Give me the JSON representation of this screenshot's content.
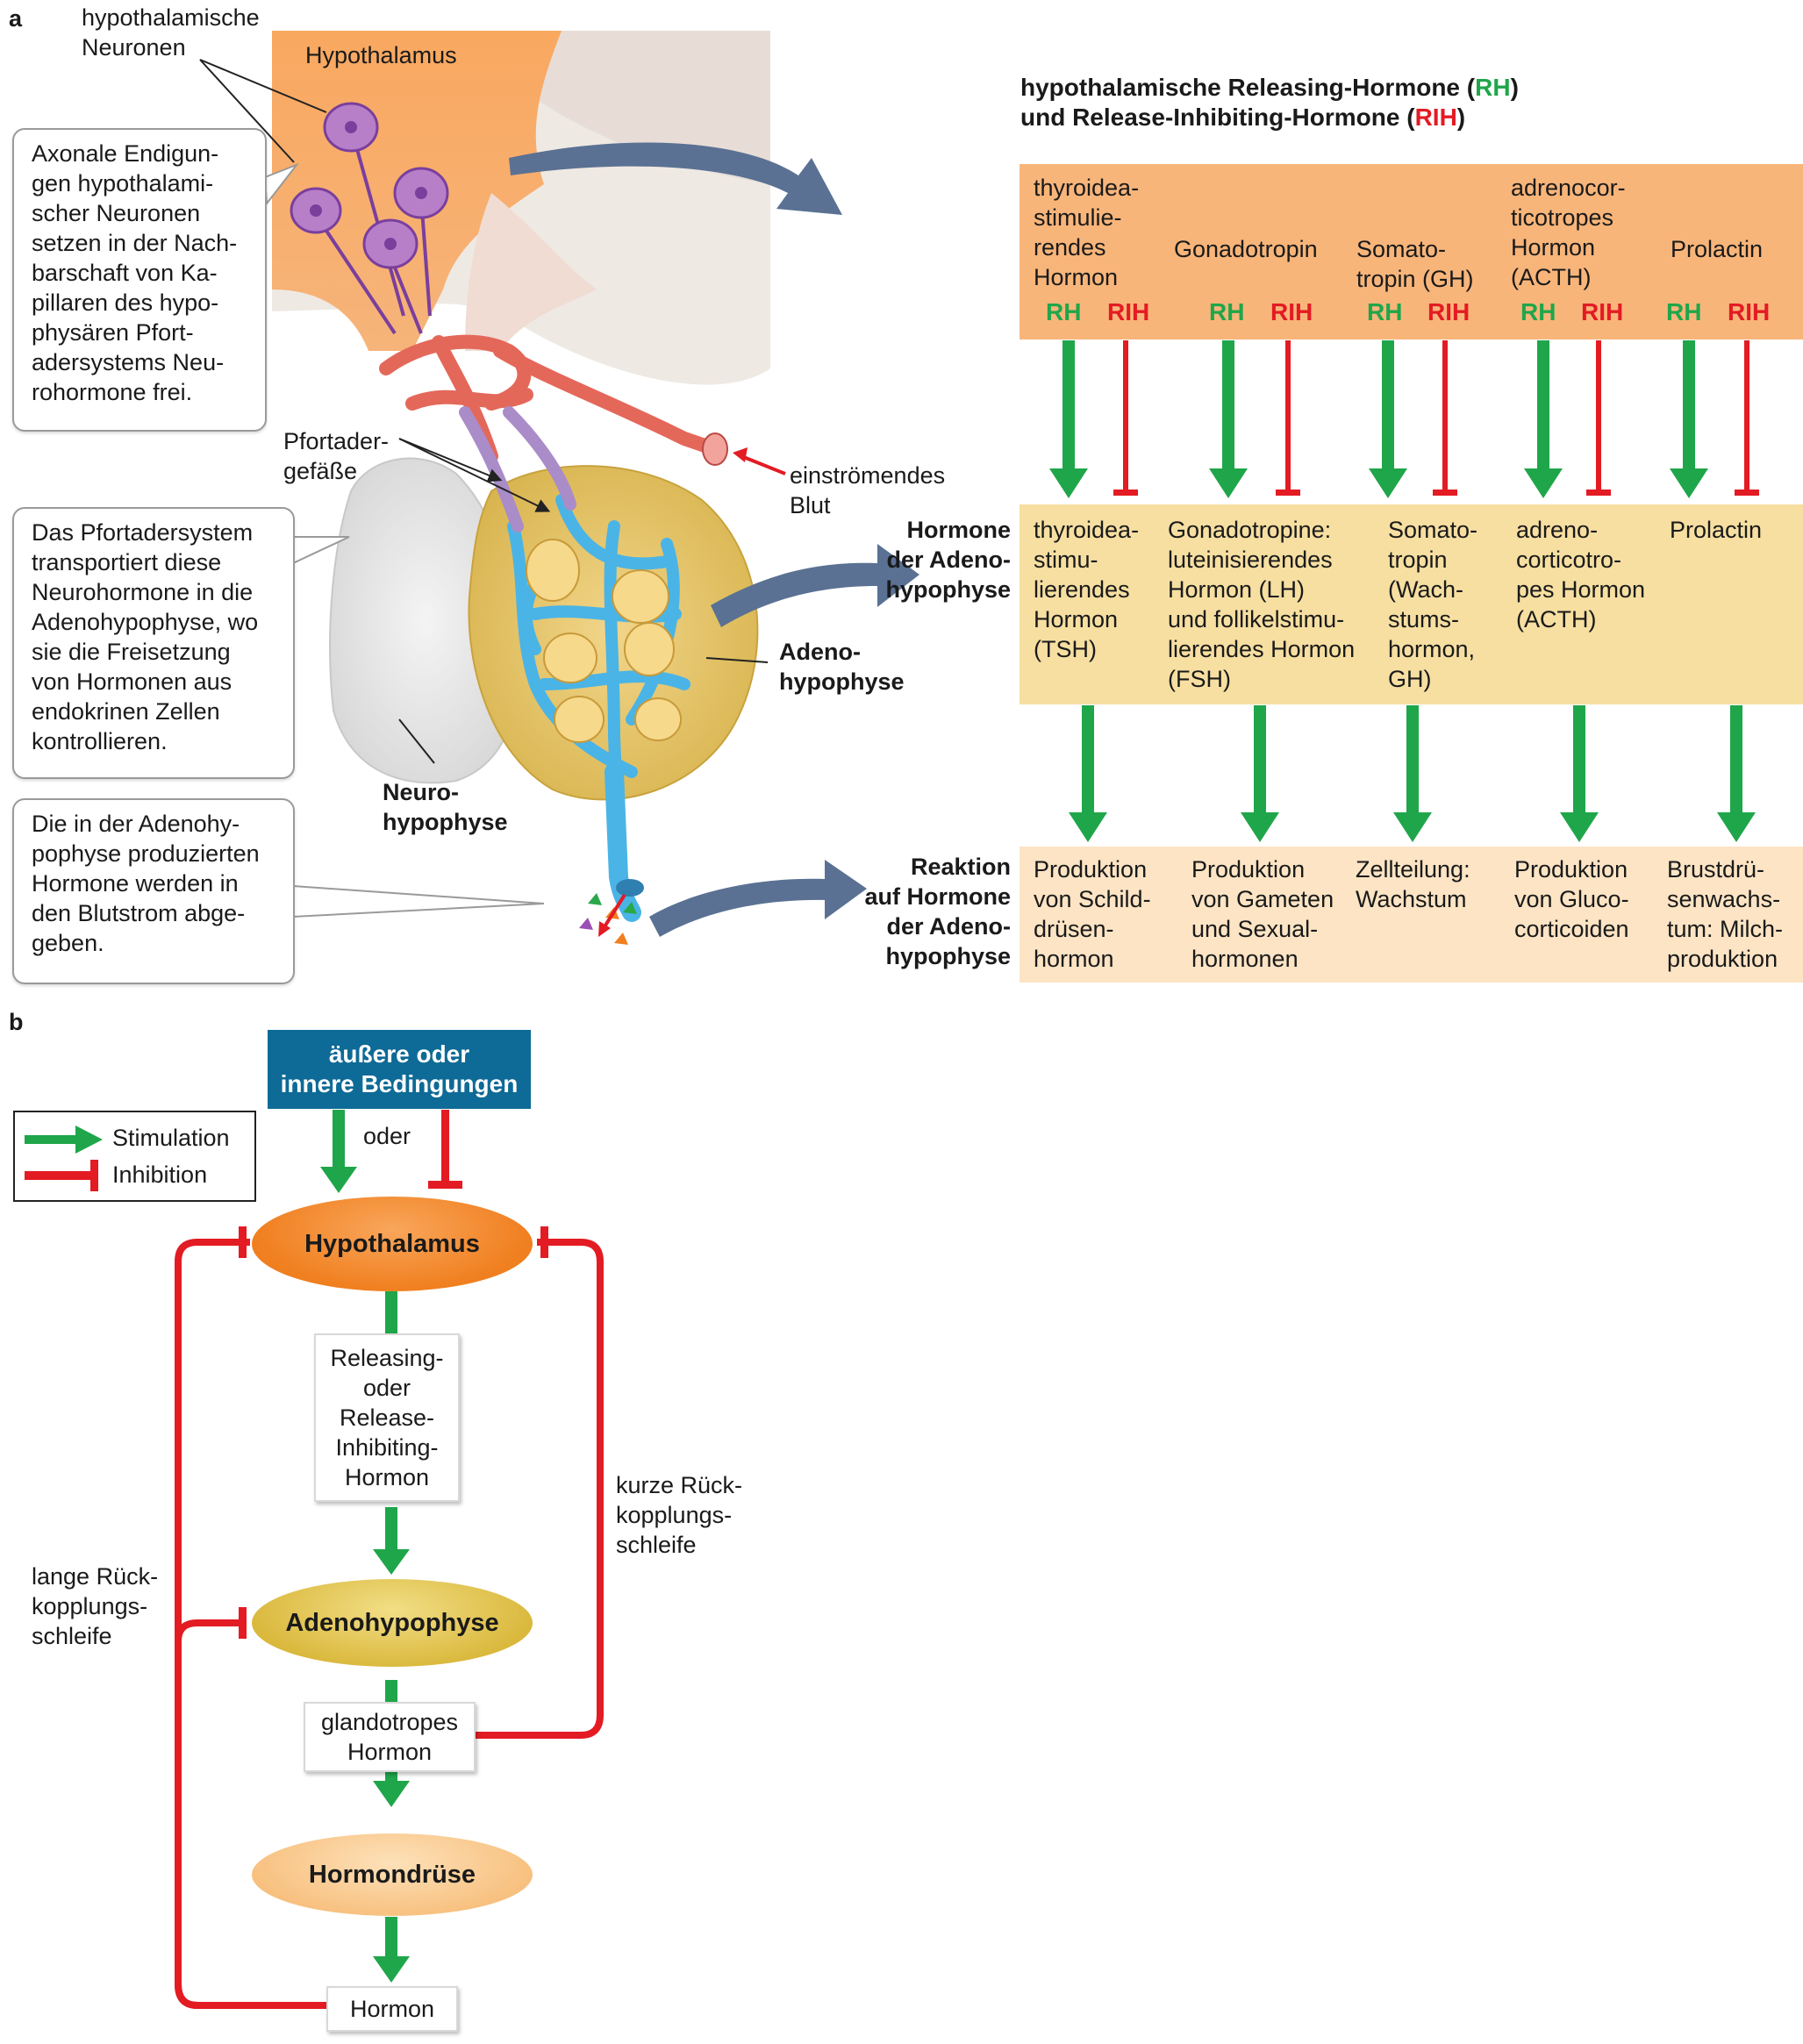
{
  "panel_labels": {
    "a": "a",
    "b": "b"
  },
  "anatomy": {
    "neurons_label": "hypothalamische\nNeuronen",
    "hypothalamus_label": "Hypothalamus",
    "portal_vessels_label": "Pfortader-\ngefäße",
    "blood_label": "einströmendes\nBlut",
    "adeno_label": "Adeno-\nhypophyse",
    "neuro_label": "Neuro-\nhypophyse"
  },
  "callouts": [
    "Axonale Endigun-\ngen hypothalami-\nscher Neuronen\nsetzen in der Nach-\nbarschaft von Ka-\npillaren des hypo-\nphysären Pfort-\nadersystems Neu-\nrohormone frei.",
    "Das Pfortadersystem\ntransportiert diese\nNeurohormone in die\nAdenohypophyse, wo\nsie die Freisetzung\nvon Hormonen aus\nendokrinen Zellen\nkontrollieren.",
    "Die in der Adenohy-\npophyse produzierten\nHormone werden in\nden Blutstrom abge-\ngeben."
  ],
  "table": {
    "title_line1_pre": "hypothalamische Releasing-Hormone (",
    "title_line1_rh": "RH",
    "title_line1_post": ")",
    "title_line2_pre": "und Release-Inhibiting-Hormone  (",
    "title_line2_rih": "RIH",
    "title_line2_post": ")",
    "rh_label": "RH",
    "rih_label": "RIH",
    "releasing_columns": [
      "thyroidea-\nstimulie-\nrendes\nHormon",
      "Gonadotropin",
      "Somato-\ntropin (GH)",
      "adrenocor-\nticotropes\nHormon\n(ACTH)",
      "Prolactin"
    ],
    "row_label_hormones": "Hormone\nder Adeno-\nhypophyse",
    "adeno_hormones": [
      "thyroidea-\nstimu-\nlierendes\nHormon\n(TSH)",
      "Gonadotropine:\nluteinisierendes\nHormon (LH)\nund follikelstimu-\nlierendes Hormon\n(FSH)",
      "Somato-\ntropin\n(Wach-\nstums-\nhormon,\nGH)",
      "adreno-\ncorticotro-\npes Hormon\n(ACTH)",
      "Prolactin"
    ],
    "row_label_reaction": "Reaktion\nauf Hormone\nder Adeno-\nhypophyse",
    "reactions": [
      "Produktion\nvon Schild-\ndrüsen-\nhormon",
      "Produktion\nvon Gameten\nund Sexual-\nhormonen",
      "Zellteilung:\nWachstum",
      "Produktion\nvon Gluco-\ncorticoiden",
      "Brustdrü-\nsenwachs-\ntum: Milch-\nproduktion"
    ]
  },
  "flow": {
    "conditions": "äußere oder\ninnere Bedingungen",
    "oder": "oder",
    "legend_stimulation": "Stimulation",
    "legend_inhibition": "Inhibition",
    "hypothalamus": "Hypothalamus",
    "releasing_box": "Releasing-\noder\nRelease-\nInhibiting-\nHormon",
    "adenohypophyse": "Adenohypophyse",
    "glandotropic_box": "glandotropes\nHormon",
    "hormone_gland": "Hormondrüse",
    "hormone_box": "Hormon",
    "short_loop": "kurze Rück-\nkopplungs-\nschleife",
    "long_loop": "lange Rück-\nkopplungs-\nschleife"
  },
  "colors": {
    "stimulation": "#1fa64a",
    "inhibition": "#e31b23",
    "rh_band": "#f8b57a",
    "hormone_band": "#f6dfa1",
    "reaction_band": "#fce4c4",
    "conditions_box": "#0e6a96",
    "hypothalamus_oval": "#f07f1f",
    "adeno_oval": "#e0c23a",
    "gland_oval": "#f9c98a"
  }
}
